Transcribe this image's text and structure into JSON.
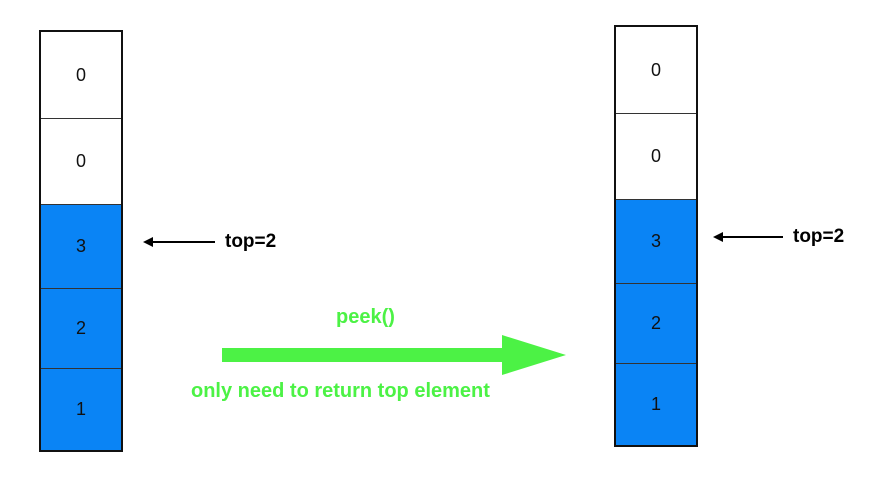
{
  "colors": {
    "filled_cell": "#0a84f5",
    "empty_cell": "#ffffff",
    "operation_arrow": "#4cf245",
    "border": "#111111"
  },
  "before": {
    "cells": [
      {
        "value": "0",
        "filled": false
      },
      {
        "value": "0",
        "filled": false
      },
      {
        "value": "3",
        "filled": true
      },
      {
        "value": "2",
        "filled": true
      },
      {
        "value": "1",
        "filled": true
      }
    ],
    "pointer_label": "top=2"
  },
  "after": {
    "cells": [
      {
        "value": "0",
        "filled": false
      },
      {
        "value": "0",
        "filled": false
      },
      {
        "value": "3",
        "filled": true
      },
      {
        "value": "2",
        "filled": true
      },
      {
        "value": "1",
        "filled": true
      }
    ],
    "pointer_label": "top=2"
  },
  "operation": {
    "name": "peek()",
    "caption": "only need to return top element"
  }
}
